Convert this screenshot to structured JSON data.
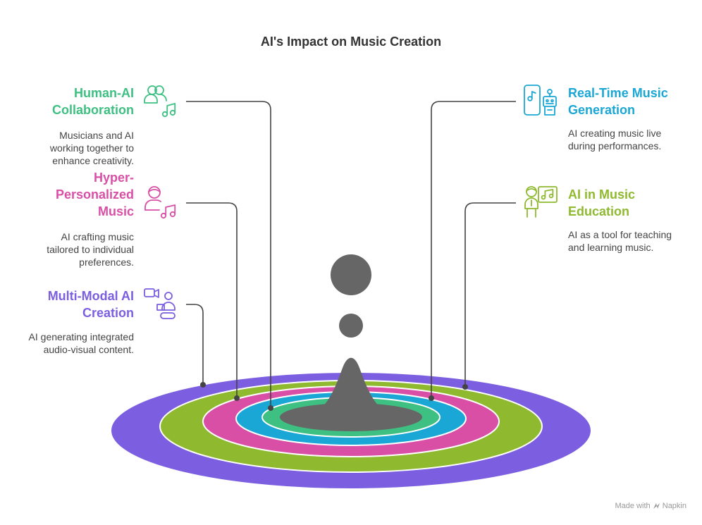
{
  "title": "AI's Impact on Music Creation",
  "items": [
    {
      "heading": "Human-AI Collaboration",
      "lines": [
        "Human-AI",
        "Collaboration"
      ],
      "description": "Musicians and AI working together to enhance creativity.",
      "desc_lines": [
        "Musicians and AI",
        "working together to",
        "enhance creativity."
      ],
      "color": "#3ec082",
      "icon": "people-music-icon"
    },
    {
      "heading": "Hyper-Personalized Music",
      "lines": [
        "Hyper-",
        "Personalized",
        "Music"
      ],
      "description": "AI crafting music tailored to individual preferences.",
      "desc_lines": [
        "AI crafting music",
        "tailored to individual",
        "preferences."
      ],
      "color": "#d94fa6",
      "icon": "person-music-icon"
    },
    {
      "heading": "Multi-Modal AI Creation",
      "lines": [
        "Multi-Modal AI",
        "Creation"
      ],
      "description": "AI generating integrated audio-visual content.",
      "desc_lines": [
        "AI generating integrated",
        "audio-visual content."
      ],
      "color": "#7b5fe0",
      "icon": "video-audio-icon"
    },
    {
      "heading": "Real-Time Music Generation",
      "lines": [
        "Real-Time Music",
        "Generation"
      ],
      "description": "AI creating music live during performances.",
      "desc_lines": [
        "AI creating music live",
        "during performances."
      ],
      "color": "#1ba7d6",
      "icon": "robot-music-icon"
    },
    {
      "heading": "AI in Music Education",
      "lines": [
        "AI in Music",
        "Education"
      ],
      "description": "AI as a tool for teaching and learning music.",
      "desc_lines": [
        "AI as a tool for teaching",
        "and learning music."
      ],
      "color": "#8fba2f",
      "icon": "teacher-music-icon"
    }
  ],
  "rings": [
    {
      "name": "Multi-Modal AI Creation",
      "color": "#7b5fe0"
    },
    {
      "name": "AI in Music Education",
      "color": "#8fba2f"
    },
    {
      "name": "Hyper-Personalized Music",
      "color": "#d94fa6"
    },
    {
      "name": "Real-Time Music Generation",
      "color": "#1ba7d6"
    },
    {
      "name": "Human-AI Collaboration",
      "color": "#3ec082"
    }
  ],
  "center_color": "#666666",
  "footer": {
    "prefix": "Made with",
    "brand": "Napkin"
  }
}
